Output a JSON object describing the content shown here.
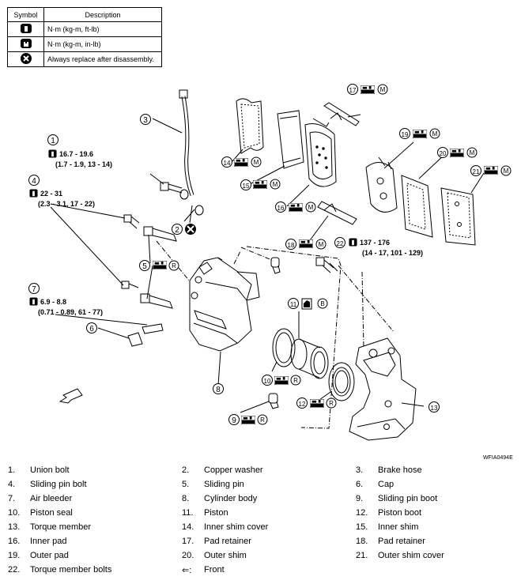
{
  "symbol_table": {
    "header_symbol": "Symbol",
    "header_description": "Description",
    "rows": [
      {
        "icon": "torque-wrench-icon",
        "description": "N·m (kg-m, ft-lb)"
      },
      {
        "icon": "torque-wrench-inlb-icon",
        "description": "N·m (kg-m, in-lb)"
      },
      {
        "icon": "replace-x-icon",
        "description": "Always replace after disassembly."
      }
    ]
  },
  "callouts": {
    "c1": "1",
    "c2": "2",
    "c3": "3",
    "c4": "4",
    "c5": "5",
    "c6": "6",
    "c7": "7",
    "c8": "8",
    "c9": "9",
    "c10": "10",
    "c11": "11",
    "c12": "12",
    "c13": "13",
    "c14": "14",
    "c15": "15",
    "c16": "16",
    "c17": "17",
    "c18": "18",
    "c19": "19",
    "c20": "20",
    "c21": "21",
    "c22": "22"
  },
  "torques": {
    "t1_main": "16.7 - 19.6",
    "t1_sub": "(1.7 - 1.9, 13 - 14)",
    "t4_main": "22 - 31",
    "t4_sub": "(2.3 - 3.1, 17 - 22)",
    "t7_main": "6.9 - 8.8",
    "t7_sub": "(0.71 - 0.89, 61 - 77)",
    "t22_main": "137 - 176",
    "t22_sub": "(14 - 17, 101 - 129)"
  },
  "marks": {
    "m": "M",
    "r": "R",
    "b": "B"
  },
  "ref_code": "WFIA0494E",
  "legend": [
    {
      "num": "1.",
      "text": "Union bolt"
    },
    {
      "num": "2.",
      "text": "Copper washer"
    },
    {
      "num": "3.",
      "text": "Brake hose"
    },
    {
      "num": "4.",
      "text": "Sliding pin bolt"
    },
    {
      "num": "5.",
      "text": "Sliding pin"
    },
    {
      "num": "6.",
      "text": "Cap"
    },
    {
      "num": "7.",
      "text": "Air bleeder"
    },
    {
      "num": "8.",
      "text": "Cylinder body"
    },
    {
      "num": "9.",
      "text": "Sliding pin boot"
    },
    {
      "num": "10.",
      "text": "Piston seal"
    },
    {
      "num": "11.",
      "text": "Piston"
    },
    {
      "num": "12.",
      "text": "Piston boot"
    },
    {
      "num": "13.",
      "text": "Torque member"
    },
    {
      "num": "14.",
      "text": "Inner shim cover"
    },
    {
      "num": "15.",
      "text": "Inner shim"
    },
    {
      "num": "16.",
      "text": "Inner pad"
    },
    {
      "num": "17.",
      "text": "Pad retainer"
    },
    {
      "num": "18.",
      "text": "Pad retainer"
    },
    {
      "num": "19.",
      "text": "Outer pad"
    },
    {
      "num": "20.",
      "text": "Outer shim"
    },
    {
      "num": "21.",
      "text": "Outer shim cover"
    },
    {
      "num": "22.",
      "text": "Torque member bolts"
    },
    {
      "num": "⇐:",
      "text": "Front"
    }
  ]
}
